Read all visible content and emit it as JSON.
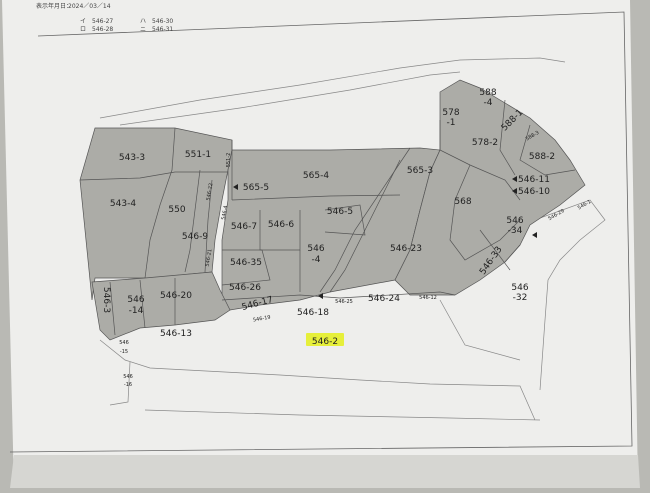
{
  "header": {
    "print_date_label": "表示年月日：",
    "print_date": "2024／03／14",
    "legend": [
      {
        "mark": "イ",
        "parcel": "546-27"
      },
      {
        "mark": "ロ",
        "parcel": "546-28"
      },
      {
        "mark": "ハ",
        "parcel": "546-30"
      },
      {
        "mark": "ニ",
        "parcel": "546-31"
      }
    ]
  },
  "parcels": {
    "p543_3": "543-3",
    "p551_1": "551-1",
    "p551_2": "551-2",
    "p543_4": "543-4",
    "p550": "550",
    "p546_9": "546-9",
    "p546_22": "546-22",
    "p546_4a": "546-4",
    "p546_21": "546-21",
    "p565_5": "565-5",
    "p565_4": "565-4",
    "p565_3": "565-3",
    "p546_7": "546-7",
    "p546_6": "546-6",
    "p546_5": "546-5",
    "p546_4b_top": "546",
    "p546_4b_bot": "-4",
    "p546_35": "546-35",
    "p546_23": "546-23",
    "p568": "568",
    "p578_1_top": "578",
    "p578_1_bot": "-1",
    "p588_4_top": "588",
    "p588_4_bot": "-4",
    "p588_1": "588-1",
    "p588_3": "588-3",
    "p578_2": "578-2",
    "p588_2": "588-2",
    "p546_11": "546-11",
    "p546_10": "546-10",
    "p546_34_top": "546",
    "p546_34_bot": "-34",
    "p546_33": "546-33",
    "p546_32_top": "546",
    "p546_32_bot": "-32",
    "p546_3": "546-3",
    "p546_14_top": "546",
    "p546_14_bot": "-14",
    "p546_20": "546-20",
    "p546_26": "546-26",
    "p546_17": "546-17",
    "p546_18": "546-18",
    "p546_19": "546-19",
    "p546_25": "546-25",
    "p546_24": "546-24",
    "p546_12": "546-12",
    "p546_13": "546-13",
    "p546_15_top": "546",
    "p546_15_bot": "-15",
    "p546_16_top": "546",
    "p546_16_bot": "-16",
    "p546_29": "546-29",
    "p546_1": "546-1",
    "p546_2": "546-2"
  },
  "colors": {
    "shaded_parcel": "#a9a9a4",
    "paper": "#ececea",
    "highlight": "#e6ef3a"
  }
}
